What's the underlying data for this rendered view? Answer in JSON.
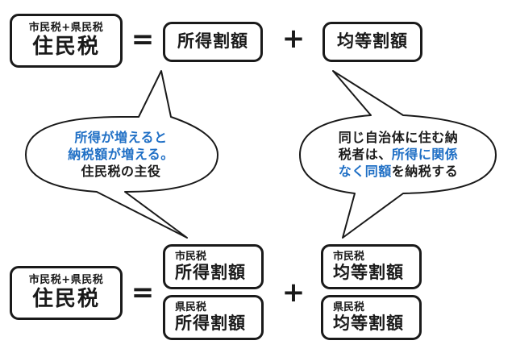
{
  "top_formula": {
    "lhs_sub": "市民税+県民税",
    "lhs_main": "住民税",
    "equals": "=",
    "term1": "所得割額",
    "plus": "+",
    "term2": "均等割額"
  },
  "bubble_left": {
    "line1": "所得が増えると",
    "line2": "納税額が増える。",
    "line3": "住民税の主役"
  },
  "bubble_right": {
    "line1": "同じ自治体に住む納",
    "line2_a": "税者は、",
    "line2_b": "所得に関係",
    "line3_a": "なく同額",
    "line3_b": "を納税する"
  },
  "bottom_formula": {
    "lhs_sub": "市民税+県民税",
    "lhs_main": "住民税",
    "equals": "=",
    "term1_top_sub": "市民税",
    "term1_top_main": "所得割額",
    "term1_bottom_sub": "県民税",
    "term1_bottom_main": "所得割額",
    "plus": "+",
    "term2_top_sub": "市民税",
    "term2_top_main": "均等割額",
    "term2_bottom_sub": "県民税",
    "term2_bottom_main": "均等割額"
  },
  "colors": {
    "text": "#1a1a1a",
    "accent": "#1f6fc5",
    "border": "#1a1a1a"
  }
}
